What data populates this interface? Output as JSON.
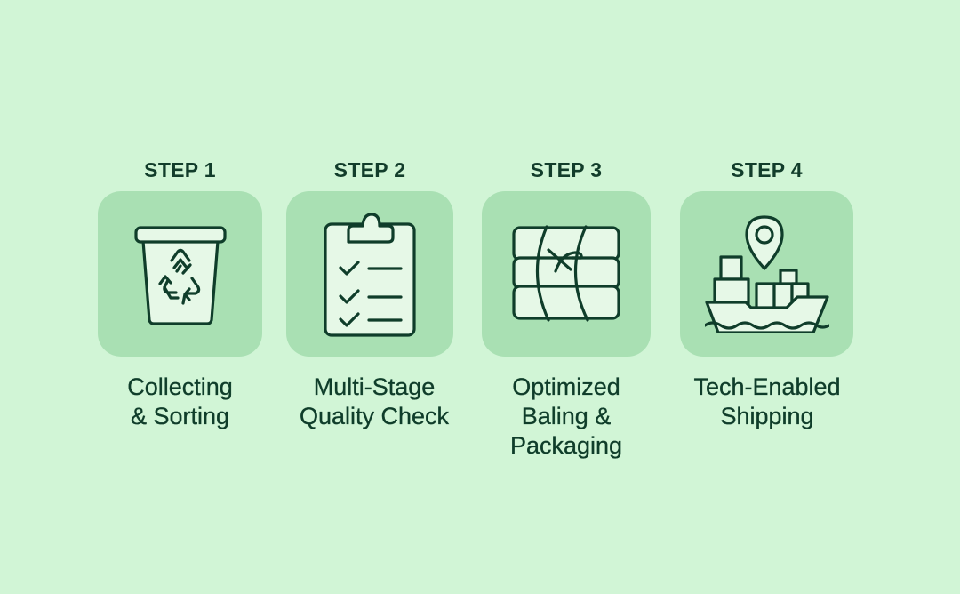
{
  "colors": {
    "background": "#d1f5d6",
    "card": "#a9e0b3",
    "icon_fill": "#e6f8e7",
    "stroke": "#0f3d2a"
  },
  "steps": [
    {
      "title": "STEP 1",
      "label": "Collecting\n& Sorting",
      "icon": "recycle-bin-icon"
    },
    {
      "title": "STEP 2",
      "label": "Multi-Stage\nQuality Check",
      "icon": "clipboard-checklist-icon"
    },
    {
      "title": "STEP 3",
      "label": "Optimized\nBaling &\nPackaging",
      "icon": "bale-package-icon"
    },
    {
      "title": "STEP 4",
      "label": "Tech-Enabled\nShipping",
      "icon": "cargo-ship-location-icon"
    }
  ]
}
